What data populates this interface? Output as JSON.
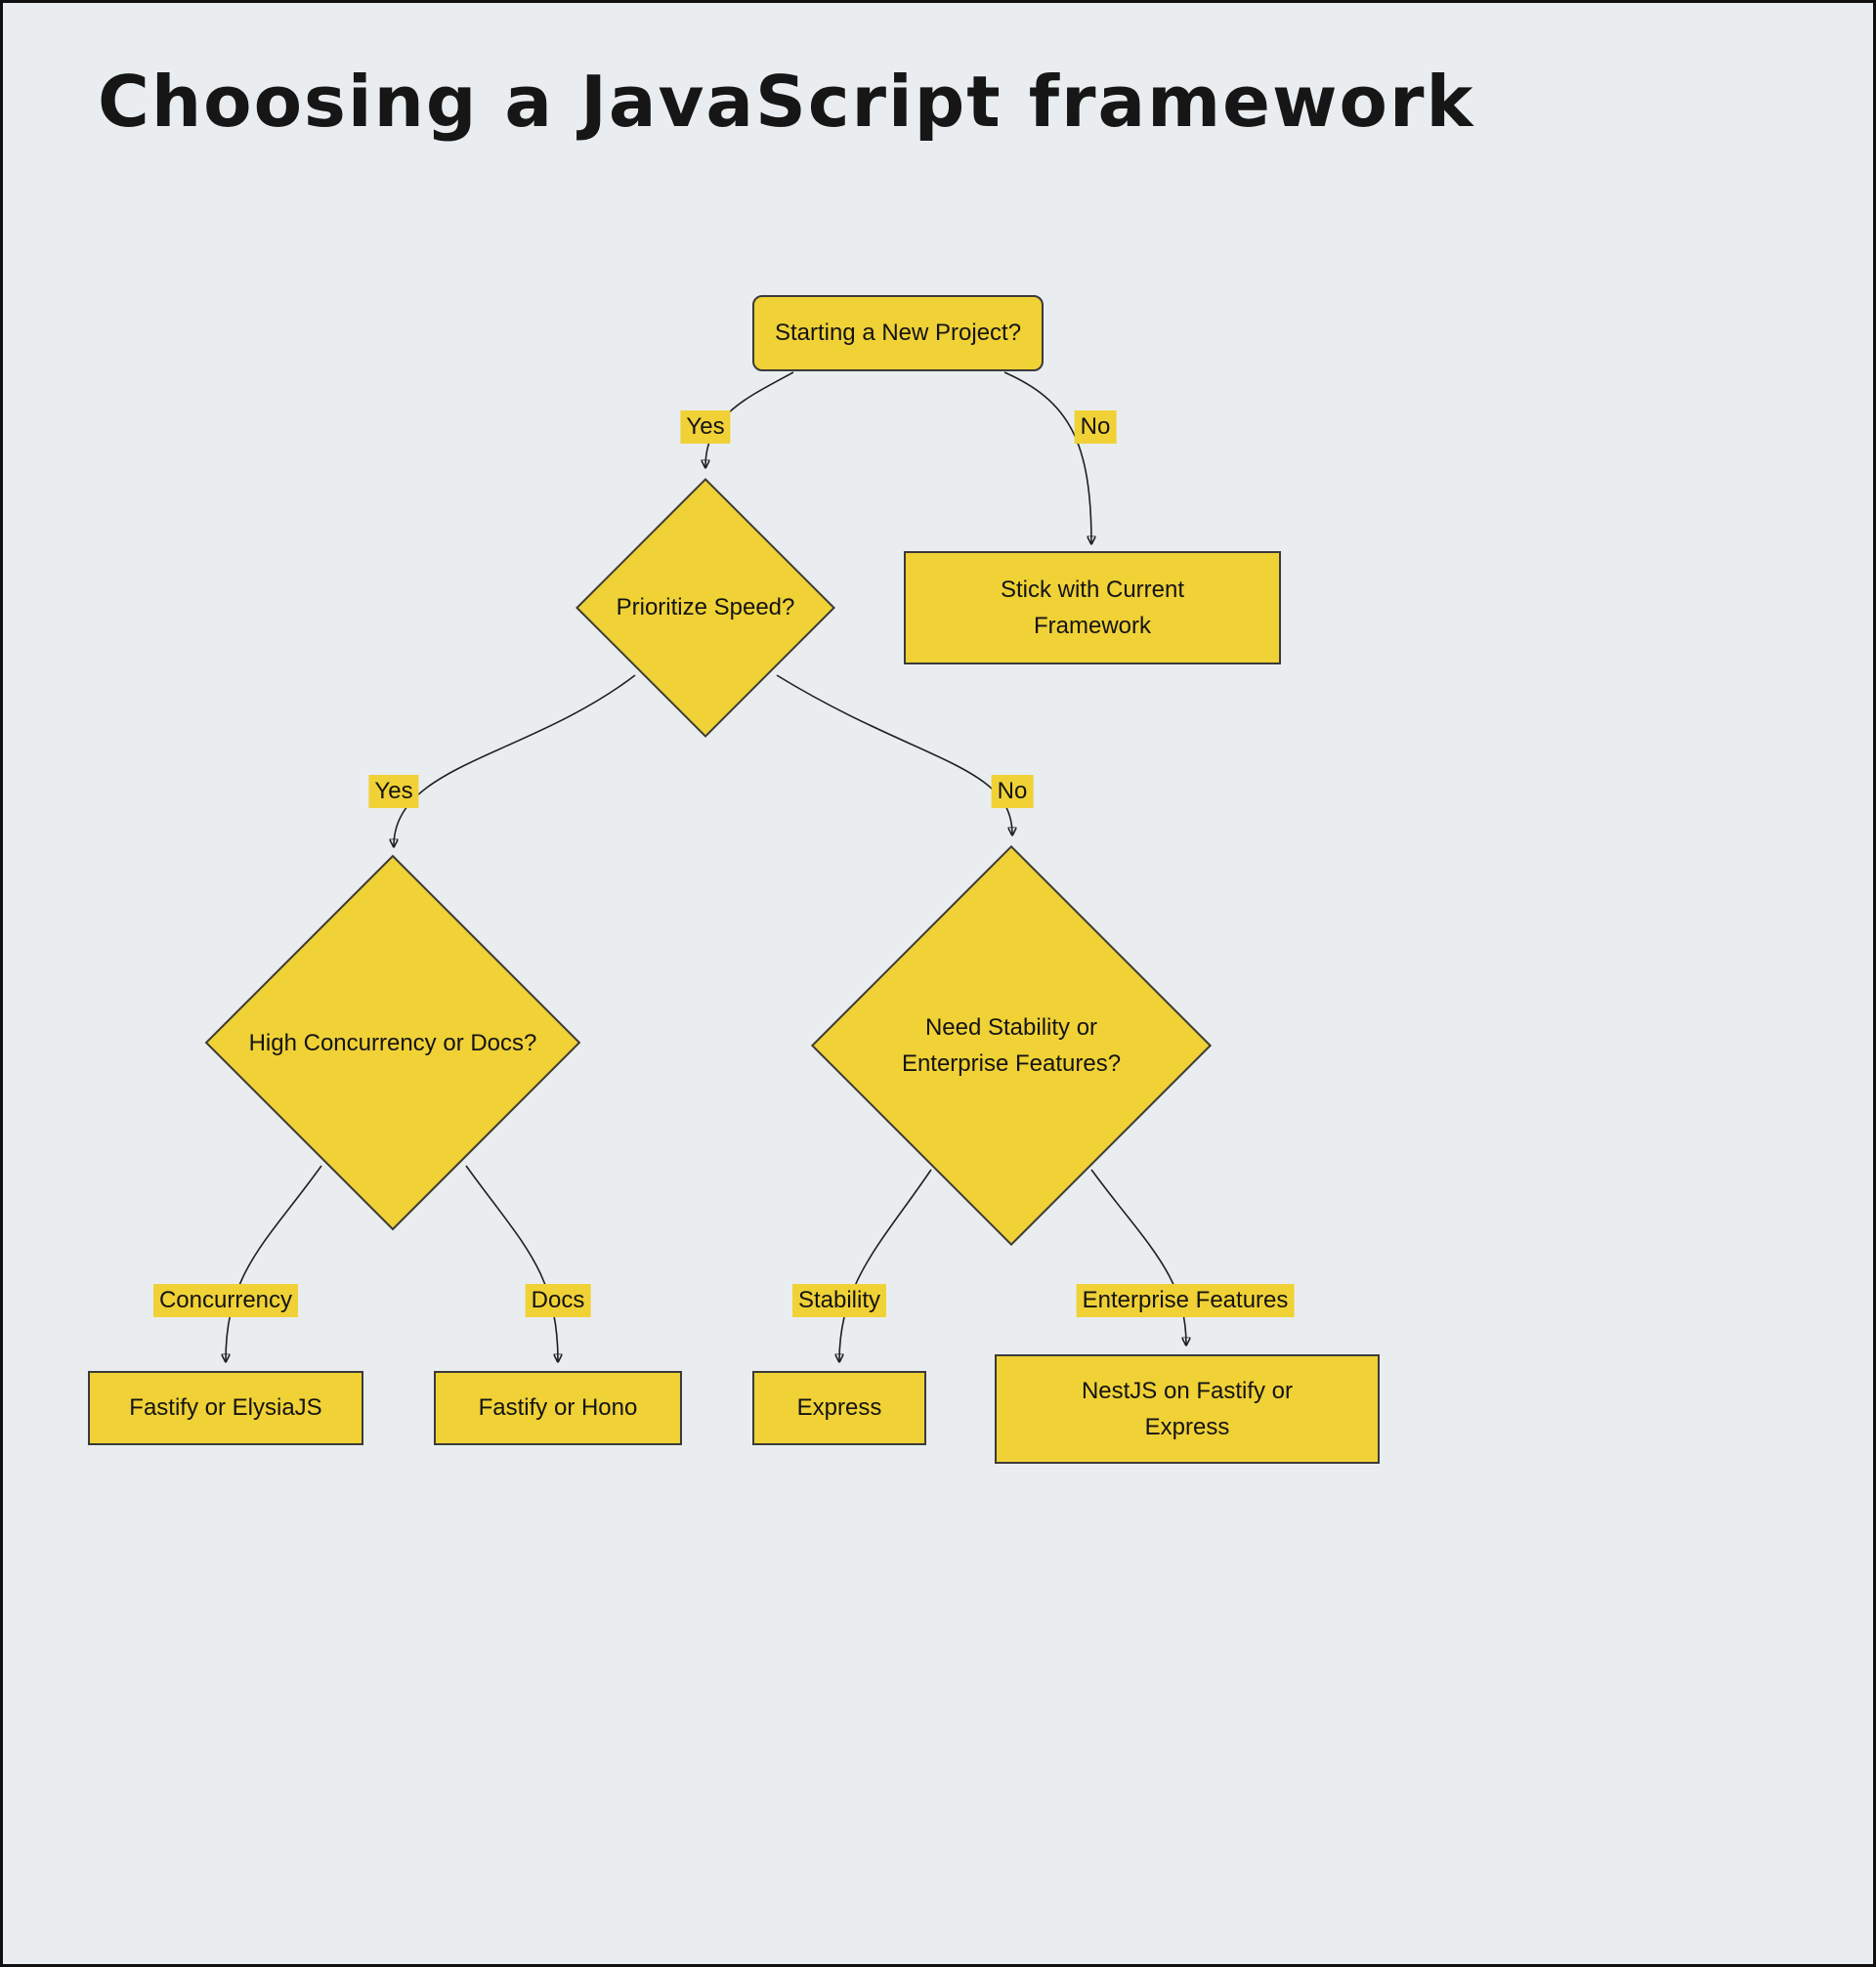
{
  "title": "Choosing a JavaScript framework",
  "colors": {
    "node_fill": "#f0d136",
    "background": "#e9edef",
    "edge": "#1f1f1f"
  },
  "nodes": {
    "start": {
      "label": "Starting a New Project?"
    },
    "prioritize_speed": {
      "label": "Prioritize Speed?"
    },
    "stick_current": {
      "label": "Stick with Current Framework"
    },
    "high_concurrency": {
      "label": "High Concurrency or Docs?"
    },
    "need_stability": {
      "label": "Need Stability or Enterprise Features?"
    },
    "fastify_elysia": {
      "label": "Fastify or ElysiaJS"
    },
    "fastify_hono": {
      "label": "Fastify or Hono"
    },
    "express": {
      "label": "Express"
    },
    "nestjs": {
      "label": "NestJS on Fastify or Express"
    }
  },
  "edge_labels": {
    "start_yes": "Yes",
    "start_no": "No",
    "speed_yes": "Yes",
    "speed_no": "No",
    "concurrency": "Concurrency",
    "docs": "Docs",
    "stability": "Stability",
    "enterprise": "Enterprise Features"
  }
}
